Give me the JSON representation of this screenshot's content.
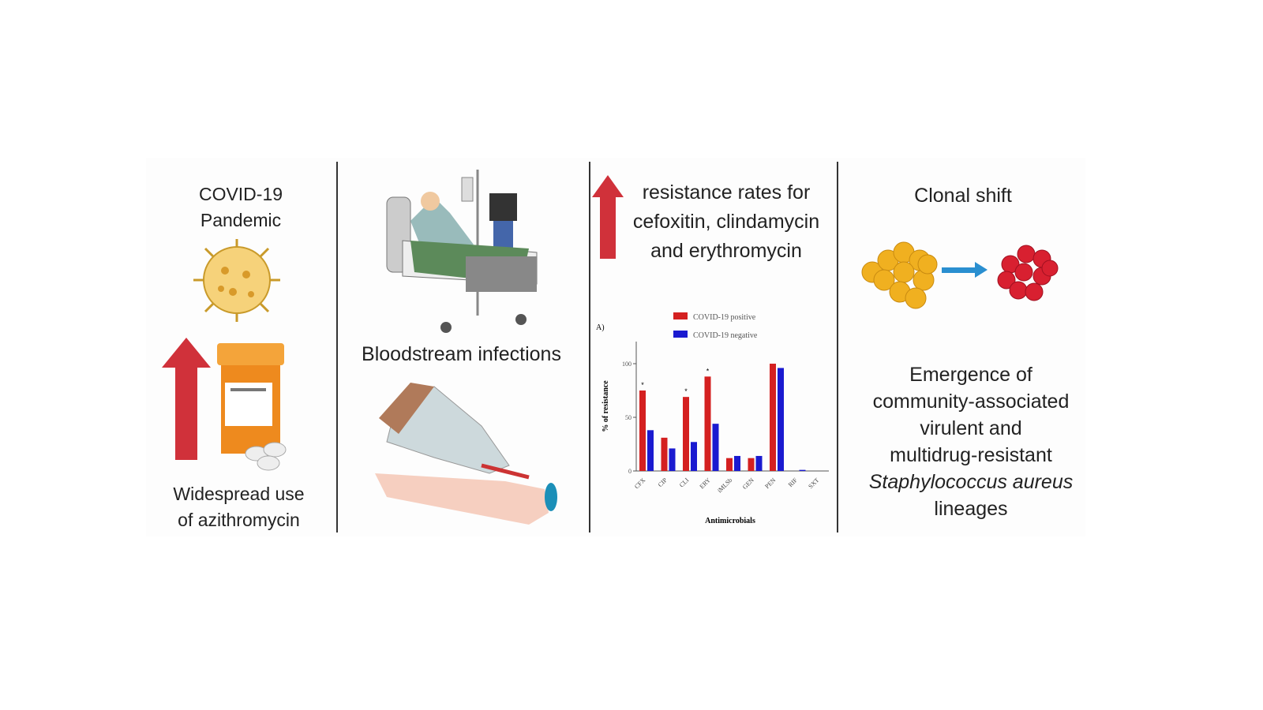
{
  "panel1": {
    "title_line1": "COVID-19",
    "title_line2": "Pandemic",
    "caption_line1": "Widespread use",
    "caption_line2": "of azithromycin"
  },
  "panel2": {
    "caption": "Bloodstream infections"
  },
  "panel3": {
    "line1": "resistance rates for",
    "line2": "cefoxitin, clindamycin",
    "line3": "and erythromycin"
  },
  "panel4": {
    "title": "Clonal shift",
    "line1": "Emergence of",
    "line2": "community-associated",
    "line3": "virulent and",
    "line4": "multidrug-resistant",
    "line5": "Staphylococcus aureus",
    "line6": "lineages"
  },
  "colors": {
    "arrow": "#d0313a",
    "blue_arrow": "#2a8fd0",
    "positive": "#d42020",
    "negative": "#1a1ad0"
  },
  "chart_data": {
    "type": "bar",
    "panel_label": "A)",
    "xlabel": "Antimicrobials",
    "ylabel": "% of resistance",
    "ylim": [
      0,
      120
    ],
    "yticks": [
      0,
      50,
      100
    ],
    "categories": [
      "CFX",
      "CIP",
      "CLI",
      "ERY",
      "iMLSb",
      "GEN",
      "PEN",
      "RIF",
      "SXT"
    ],
    "series": [
      {
        "name": "COVID-19 positive",
        "values": [
          75,
          31,
          69,
          88,
          12,
          12,
          100,
          0,
          0
        ]
      },
      {
        "name": "COVID-19 negative",
        "values": [
          38,
          21,
          27,
          44,
          14,
          14,
          96,
          1,
          0
        ]
      }
    ],
    "significance": [
      "*",
      "",
      "*",
      "*",
      "",
      "",
      "",
      "",
      ""
    ]
  }
}
